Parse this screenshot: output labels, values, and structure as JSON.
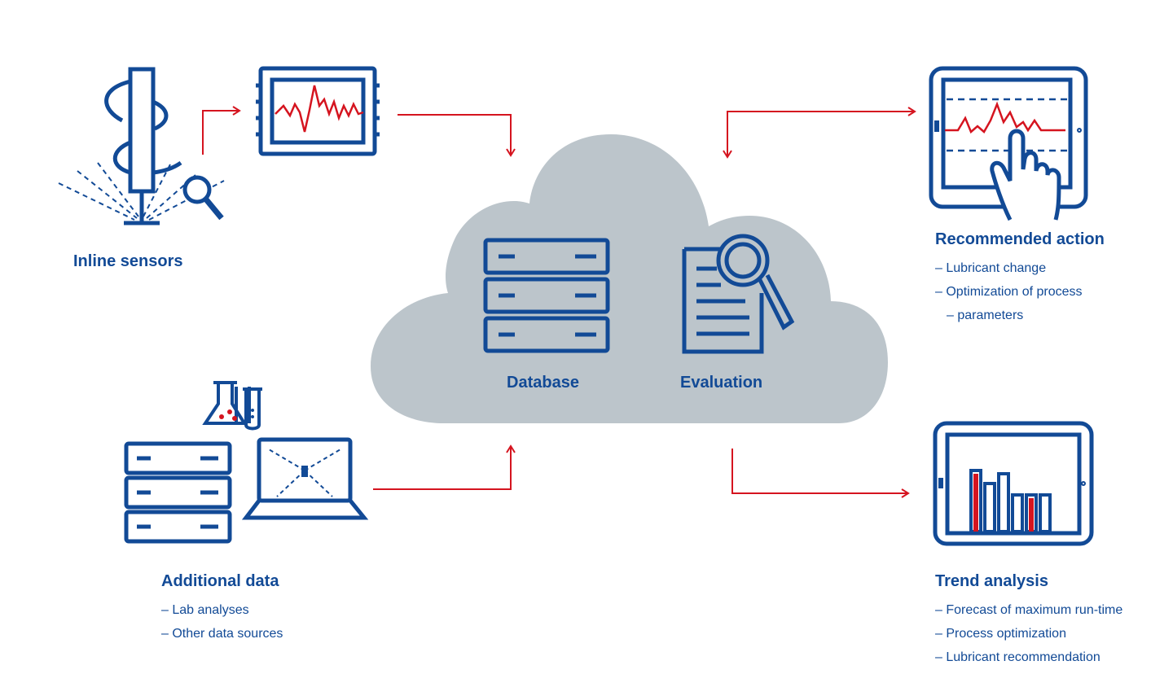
{
  "colors": {
    "blue": "#124a96",
    "red": "#d5141f",
    "cloud": "#bcc5cb"
  },
  "nodes": {
    "inline_sensors": {
      "title": "Inline sensors"
    },
    "additional_data": {
      "title": "Additional data",
      "items": [
        "Lab analyses",
        "Other data sources"
      ]
    },
    "cloud": {
      "database": "Database",
      "evaluation": "Evaluation"
    },
    "recommended_action": {
      "title": "Recommended action",
      "items": [
        "Lubricant change",
        "Optimization of process",
        "parameters"
      ]
    },
    "trend_analysis": {
      "title": "Trend analysis",
      "items": [
        "Forecast of maximum run-time",
        "Process optimization",
        "Lubricant recommendation"
      ]
    }
  }
}
